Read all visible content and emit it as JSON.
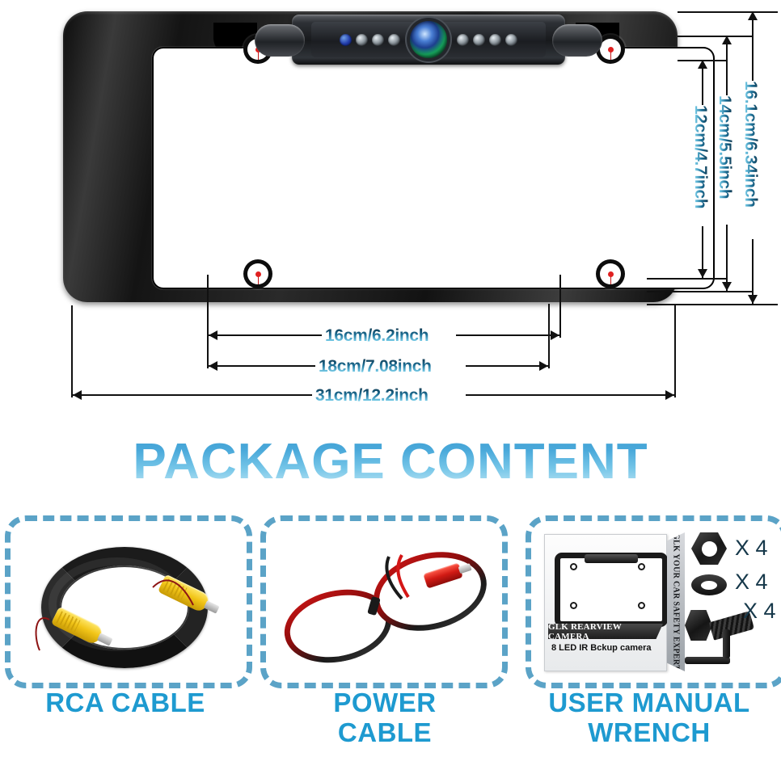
{
  "product": {
    "name": "License plate frame backup camera",
    "frame_color": "#141414"
  },
  "dimensions": {
    "vertical": [
      {
        "id": "inner-height",
        "label": "12cm/4.7inch"
      },
      {
        "id": "mount-height",
        "label": "14cm/5.5inch"
      },
      {
        "id": "overall-height",
        "label": "16.1cm/6.34inch"
      }
    ],
    "horizontal": [
      {
        "id": "mount-hole-spacing",
        "label": "16cm/6.2inch"
      },
      {
        "id": "inner-width",
        "label": "18cm/7.08inch"
      },
      {
        "id": "overall-width",
        "label": "31cm/12.2inch"
      }
    ]
  },
  "heading": {
    "title": "PACKAGE CONTENT"
  },
  "panels": [
    {
      "id": "rca",
      "caption": "RCA CABLE"
    },
    {
      "id": "power",
      "caption_line1": "POWER",
      "caption_line2": "CABLE"
    },
    {
      "id": "manual",
      "caption_line1": "USER MANUAL",
      "caption_line2": "WRENCH"
    }
  ],
  "manual": {
    "title": "GLK REARVIEW CAMERA",
    "subtitle": "8 LED IR Bckup camera",
    "side_text": "GLK YOUR CAR SAFETY EXPERT"
  },
  "hardware": [
    {
      "id": "hex-nut",
      "qty_label": "X 4"
    },
    {
      "id": "washer",
      "qty_label": "X 4"
    },
    {
      "id": "hex-bolt",
      "qty_label": "X 4"
    }
  ],
  "colors": {
    "dash_border": "#5ba3c7",
    "caption_text": "#1e9ad0",
    "heading_top": "#3e9ed2",
    "heading_bottom": "#c9e9f6",
    "dimension_text_top": "#0d2b3e",
    "dimension_text_bottom": "#bfeaf8",
    "frame": "#141414",
    "marker_red": "#e02020"
  }
}
